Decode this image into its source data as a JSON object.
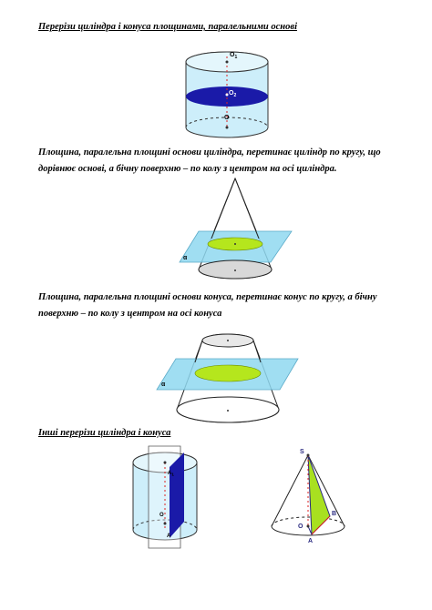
{
  "section1": {
    "heading": "Перерізи циліндра і конуса площинами, паралельними основі"
  },
  "paragraph1": "Площина, паралельна площині основи циліндра, перетинає циліндр по кругу, що дорівнює основі, а бічну поверхню – по колу з центром на осі циліндра.",
  "paragraph2": "Площина, паралельна площині основи конуса, перетинає конус по кругу, а бічну поверхню – по колу з центром на осі конуса",
  "section2": {
    "heading": "Інші перерізи циліндра і конуса"
  },
  "figure_labels": {
    "cyl1_O1": "O",
    "cyl1_O1_sub": "1",
    "cyl1_O2": "O",
    "cyl1_O2_sub": "2",
    "cyl1_O": "O",
    "plane_alpha_1": "α",
    "plane_alpha_2": "α",
    "cyl2_A1": "A",
    "cyl2_A1_sub": "1",
    "cyl2_O": "O",
    "cyl2_A": "A",
    "cone3_S": "S",
    "cone3_O": "O",
    "cone3_B": "B",
    "cone3_A": "A"
  },
  "colors": {
    "cylinder_fill": "#cdeefa",
    "section_blue": "#1a1aa8",
    "plane_fill": "#8fd8f0",
    "section_green": "#b5e61d",
    "triangle_green": "#a8e020"
  }
}
